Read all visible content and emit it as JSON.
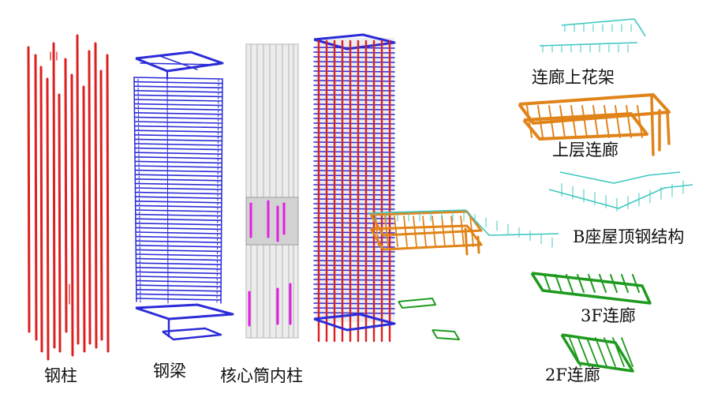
{
  "labels": {
    "steel_column": "钢柱",
    "steel_beam": "钢梁",
    "core_inner_column": "核心筒内柱",
    "corridor_top_pergola": "连廊上花架",
    "upper_corridor": "上层连廊",
    "b_roof_steel": "B座屋顶钢结构",
    "corridor_3f": "3F连廊",
    "corridor_2f": "2F连廊"
  },
  "colors": {
    "column_red": "#dd1f1f",
    "beam_blue": "#2b2bd8",
    "core_gray": "#b4b4b4",
    "core_magenta": "#e21ee2",
    "truss_orange": "#e0841a",
    "roof_cyan": "#3fc8c0",
    "corridor_green": "#1e9a1e"
  }
}
